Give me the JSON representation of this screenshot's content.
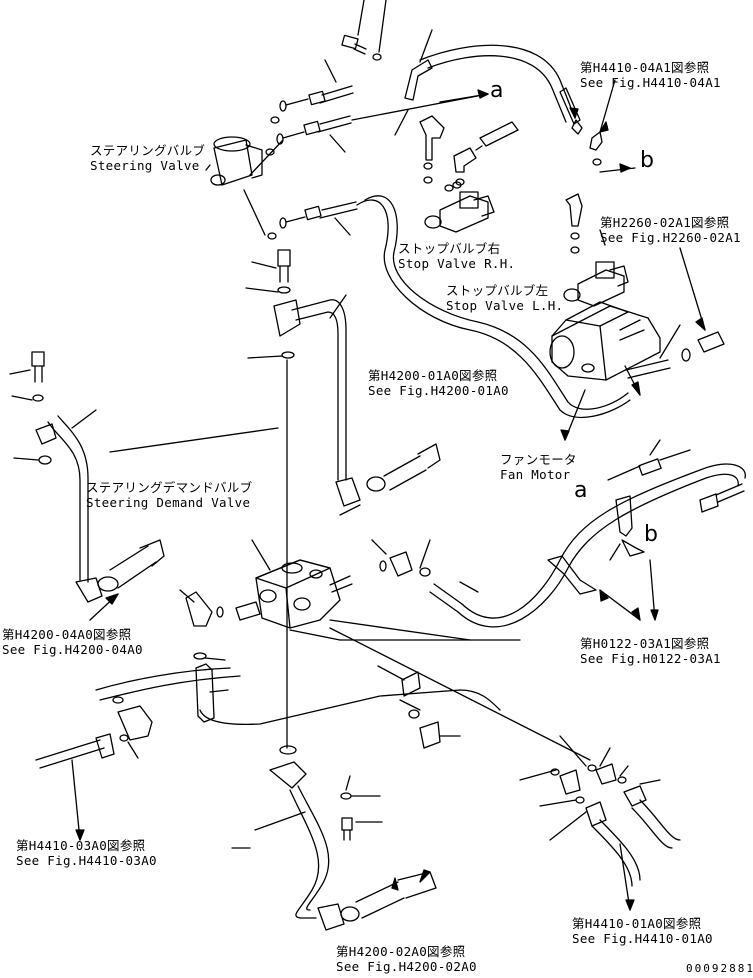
{
  "labels": {
    "steering_valve": {
      "jp": "ステアリングバルブ",
      "en": "Steering Valve"
    },
    "stop_valve_rh": {
      "jp": "ストップバルブ右",
      "en": "Stop Valve R.H."
    },
    "stop_valve_lh": {
      "jp": "ストップバルブ左",
      "en": "Stop Valve L.H."
    },
    "fan_motor": {
      "jp": "ファンモータ",
      "en": "Fan Motor"
    },
    "steering_demand_valve": {
      "jp": "ステアリングデマンドバルブ",
      "en": "Steering Demand Valve"
    }
  },
  "refs": {
    "h4410_04a1": {
      "jp": "第H4410-04A1図参照",
      "en": "See Fig.H4410-04A1"
    },
    "h2260_02a1": {
      "jp": "第H2260-02A1図参照",
      "en": "See Fig.H2260-02A1"
    },
    "h4200_01a0": {
      "jp": "第H4200-01A0図参照",
      "en": "See Fig.H4200-01A0"
    },
    "h0122_03a1": {
      "jp": "第H0122-03A1図参照",
      "en": "See Fig.H0122-03A1"
    },
    "h4200_04a0": {
      "jp": "第H4200-04A0図参照",
      "en": "See Fig.H4200-04A0"
    },
    "h4410_03a0": {
      "jp": "第H4410-03A0図参照",
      "en": "See Fig.H4410-03A0"
    },
    "h4410_01a0": {
      "jp": "第H4410-01A0図参照",
      "en": "See Fig.H4410-01A0"
    },
    "h4200_02a0": {
      "jp": "第H4200-02A0図参照",
      "en": "See Fig.H4200-02A0"
    }
  },
  "markers": {
    "a": "a",
    "b": "b"
  },
  "drawing_code": "00092881"
}
